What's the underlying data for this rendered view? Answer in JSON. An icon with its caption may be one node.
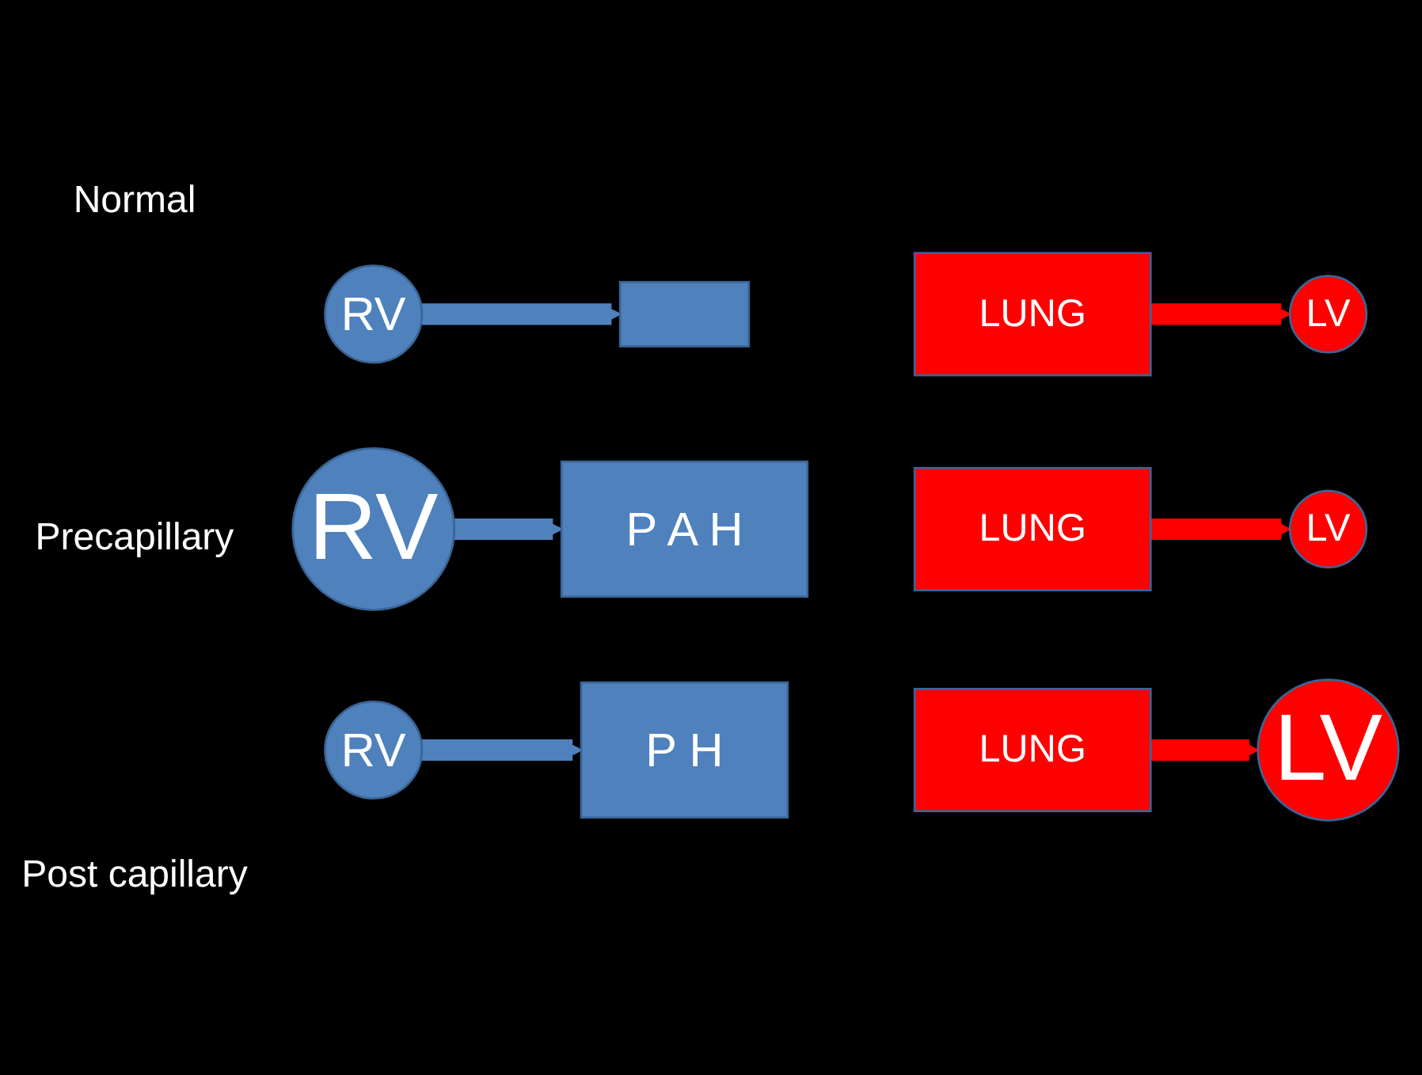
{
  "diagram": {
    "nodes": [
      {
        "text": [
          "RV"
        ]
      },
      {
        "text": [],
        "shape": "box"
      },
      {
        "text": [
          "LUNG"
        ]
      },
      {
        "text": [
          "LV"
        ]
      },
      {
        "text": [
          "RV"
        ]
      },
      {
        "text": [
          "P A H"
        ]
      },
      {
        "text": [
          "LUNG"
        ]
      },
      {
        "text": [
          "LV"
        ]
      },
      {
        "text": [
          "RV"
        ]
      },
      {
        "text": [
          "P H"
        ]
      },
      {
        "text": [
          "LUNG"
        ]
      },
      {
        "text": [
          "LV"
        ]
      }
    ],
    "edges": [
      {
        "from": 0,
        "to": 1,
        "arrow": "to",
        "color": "#4f81bd"
      },
      {
        "from": 2,
        "to": 3,
        "arrow": "to",
        "color": "#ff0000"
      },
      {
        "from": 4,
        "to": 5,
        "arrow": "to",
        "color": "#4f81bd"
      },
      {
        "from": 6,
        "to": 7,
        "arrow": "to",
        "color": "#ff0000"
      },
      {
        "from": 8,
        "to": 9,
        "arrow": "to",
        "color": "#4f81bd"
      },
      {
        "from": 10,
        "to": 11,
        "arrow": "to",
        "color": "#ff0000"
      }
    ],
    "labels": [
      "Normal",
      "Precapillary",
      "Post capillary"
    ]
  }
}
